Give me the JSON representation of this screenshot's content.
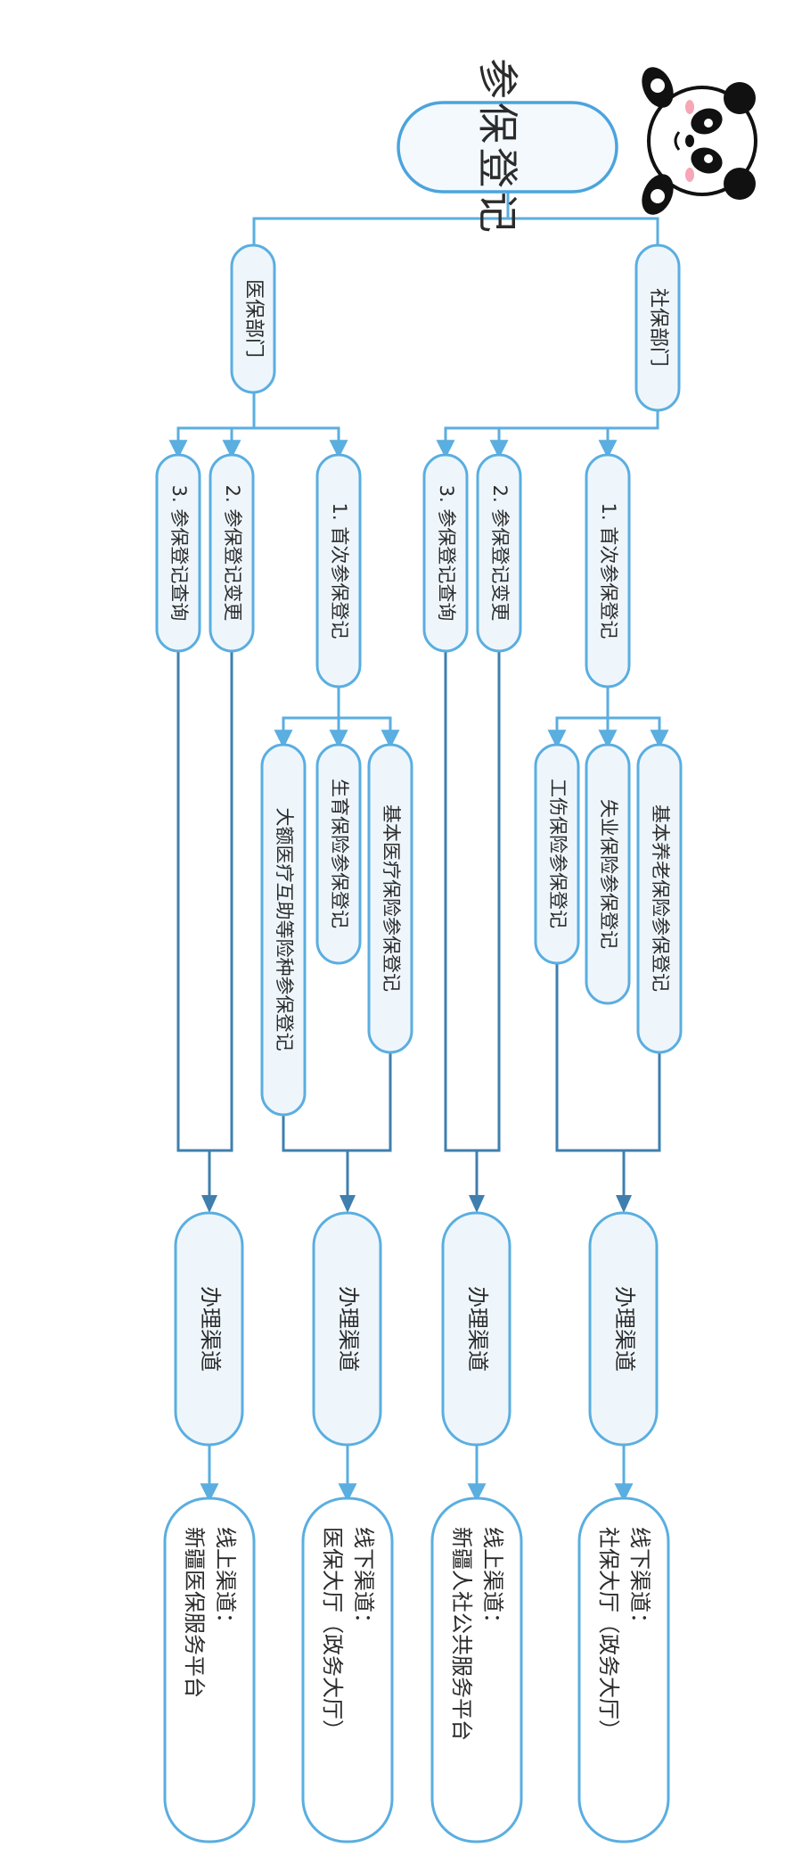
{
  "root": {
    "label": "参保登记"
  },
  "branches": [
    {
      "label": "社保部门",
      "items": [
        {
          "label": "1. 首次参保登记",
          "subitems": [
            "基本养老保险参保登记",
            "失业保险参保登记",
            "工伤保险参保登记"
          ]
        },
        {
          "label": "2. 参保登记变更"
        },
        {
          "label": "3. 参保登记查询"
        }
      ]
    },
    {
      "label": "医保部门",
      "items": [
        {
          "label": "1. 首次参保登记",
          "subitems": [
            "基本医疗保险参保登记",
            "生育保险参保登记",
            "大额医疗互助等险种参保登记"
          ]
        },
        {
          "label": "2. 参保登记变更"
        },
        {
          "label": "3. 参保登记查询"
        }
      ]
    }
  ],
  "channels": [
    {
      "label": "办理渠道",
      "detail_line1": "线下渠道：",
      "detail_line2": "社保大厅（政务大厅）"
    },
    {
      "label": "办理渠道",
      "detail_line1": "线上渠道：",
      "detail_line2": "新疆人社公共服务平台"
    },
    {
      "label": "办理渠道",
      "detail_line1": "线下渠道：",
      "detail_line2": "医保大厅（政务大厅）"
    },
    {
      "label": "办理渠道",
      "detail_line1": "线上渠道：",
      "detail_line2": "新疆医保服务平台"
    }
  ],
  "colors": {
    "accent": "#5aaee0",
    "dark_line": "#3f7fae",
    "node_fill": "#eef6fc"
  },
  "icons": {
    "mascot": "panda-icon"
  }
}
